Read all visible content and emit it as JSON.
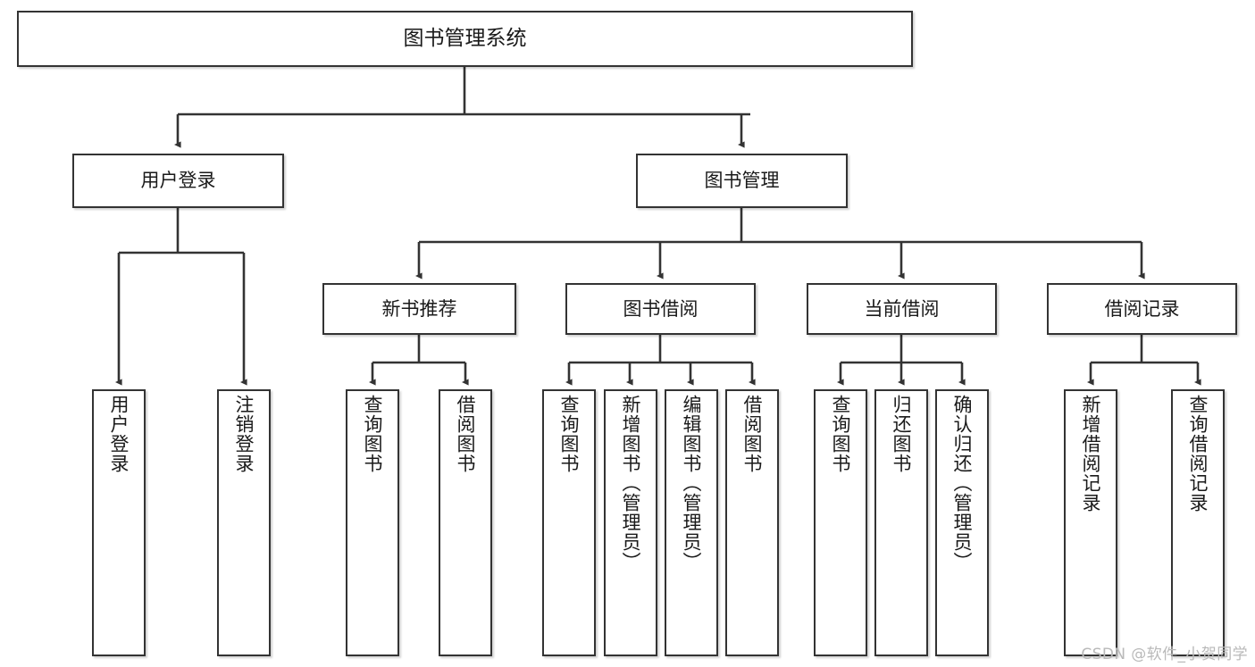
{
  "diagram": {
    "title": "图书管理系统",
    "type": "tree",
    "watermark": "CSDN @软件_小贺同学",
    "colors": {
      "background": "#ffffff",
      "box_border": "#333333",
      "box_fill": "#ffffff",
      "connector": "#333333",
      "text": "#1a1a1a",
      "watermark": "#b9b9b9"
    },
    "root": {
      "label": "图书管理系统"
    },
    "level1": [
      {
        "label": "用户登录"
      },
      {
        "label": "图书管理"
      }
    ],
    "level2": [
      {
        "label": "新书推荐"
      },
      {
        "label": "图书借阅"
      },
      {
        "label": "当前借阅"
      },
      {
        "label": "借阅记录"
      }
    ],
    "leaves": {
      "user_login": [
        {
          "label": "用户登录"
        },
        {
          "label": "注销登录"
        }
      ],
      "new_book_recommend": [
        {
          "label": "查询图书"
        },
        {
          "label": "借阅图书"
        }
      ],
      "book_borrow": [
        {
          "label": "查询图书"
        },
        {
          "label": "新增图书（管理员）"
        },
        {
          "label": "编辑图书（管理员）"
        },
        {
          "label": "借阅图书"
        }
      ],
      "current_borrow": [
        {
          "label": "查询图书"
        },
        {
          "label": "归还图书"
        },
        {
          "label": "确认归还（管理员）"
        }
      ],
      "borrow_record": [
        {
          "label": "新增借阅记录"
        },
        {
          "label": "查询借阅记录"
        }
      ]
    }
  }
}
